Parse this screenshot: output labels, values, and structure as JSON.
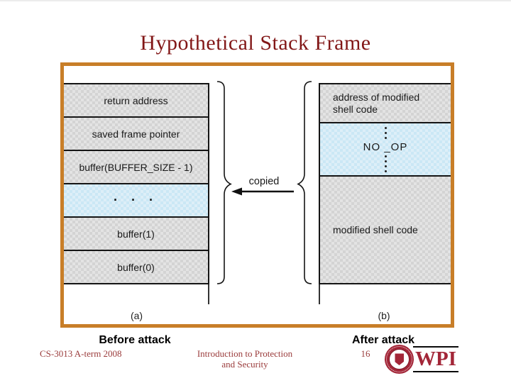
{
  "slide": {
    "title": "Hypothetical Stack Frame"
  },
  "diagram": {
    "left_stack": {
      "rows": [
        {
          "label": "return address"
        },
        {
          "label": "saved frame pointer"
        },
        {
          "label": "buffer(BUFFER_SIZE - 1)"
        },
        {
          "label": "· · ·"
        },
        {
          "label": "buffer(1)"
        },
        {
          "label": "buffer(0)"
        }
      ],
      "caption": "(a)"
    },
    "copied_label": "copied",
    "right_stack": {
      "rows": [
        {
          "label": "address of modified shell code"
        },
        {
          "label": "NO _OP"
        },
        {
          "label": "modified shell code"
        }
      ],
      "caption": "(b)"
    }
  },
  "captions": {
    "before": "Before attack",
    "after": "After attack"
  },
  "footer": {
    "course": "CS-3013 A-term 2008",
    "center_line1": "Introduction to Protection",
    "center_line2": "and Security",
    "page_number": "16",
    "logo_text": "WPI"
  },
  "colors": {
    "frame_border_orange": "#c87e28",
    "title_dark_red": "#821717",
    "footer_dark_red": "#9a3b3b",
    "wpi_crimson": "#a32638",
    "cell_gray": "#d4d4d4",
    "cell_blue": "#cbe7f5",
    "line_black": "#151515"
  }
}
